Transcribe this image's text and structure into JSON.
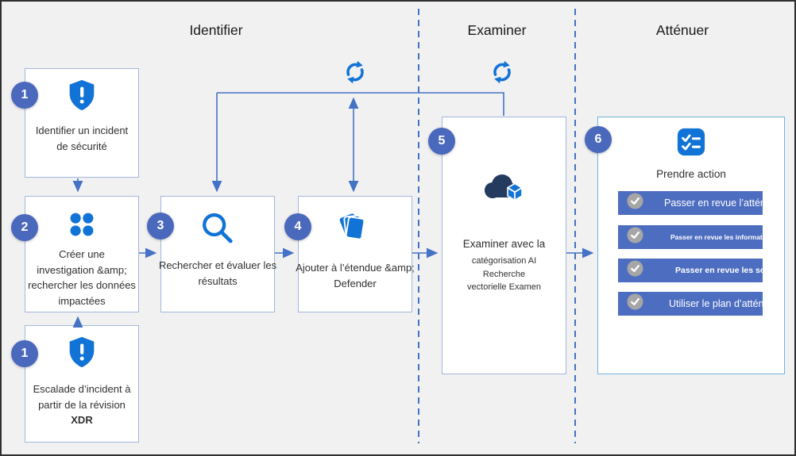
{
  "diagram": {
    "columns": [
      {
        "title": "Identifier"
      },
      {
        "title": "Examiner"
      },
      {
        "title": "Atténuer"
      }
    ],
    "nodes": {
      "identify": {
        "badge": "1",
        "icon": "shield-alert-icon",
        "lines": [
          "Identifier un incident",
          "de sécurité"
        ]
      },
      "investigate": {
        "badge": "2",
        "icon": "dots-grid-icon",
        "lines": [
          "Créer une",
          "investigation &amp;",
          "rechercher les données",
          "impactées"
        ]
      },
      "escalate": {
        "badge": "1",
        "icon": "shield-alert-icon",
        "lines": [
          "Escalade d’incident à",
          "partir de la révision"
        ],
        "bold_line": "XDR"
      },
      "search": {
        "badge": "3",
        "icon": "magnifier-icon",
        "lines": [
          "Rechercher et évaluer les",
          "résultats"
        ]
      },
      "scope": {
        "badge": "4",
        "icon": "layers-icon",
        "lines": [
          "Ajouter à l’étendue &amp;",
          "Defender"
        ]
      },
      "examine": {
        "badge": "5",
        "icon": "cloud-cube-icon",
        "title": "Examiner avec la",
        "subtitle_lines": [
          "catégorisation AI",
          "Recherche",
          "vectorielle Examen"
        ]
      },
      "action": {
        "badge": "6",
        "icon": "checklist-icon",
        "title": "Prendre action",
        "items": [
          {
            "icon": "check-circle-icon",
            "label": "Passer en revue l’atténuation"
          },
          {
            "icon": "check-circle-icon",
            "label": "Passer en revue les informations d’investigation"
          },
          {
            "icon": "check-circle-icon",
            "label": "Passer en revue les scores de risque"
          },
          {
            "icon": "check-circle-icon",
            "label": "Utiliser le plan d’atténuation"
          }
        ]
      }
    },
    "loop_icons": [
      "sync-icon",
      "sync-icon"
    ],
    "colors": {
      "background": "#f1f1f2",
      "icon_blue": "#1273d6",
      "badge_blue": "#4a69bd",
      "connector_blue": "#4472c4",
      "bar_blue": "#4d6dc0",
      "cloud_navy": "#243a5e",
      "box_border": "#a4b6dc",
      "text": "#303030"
    }
  }
}
